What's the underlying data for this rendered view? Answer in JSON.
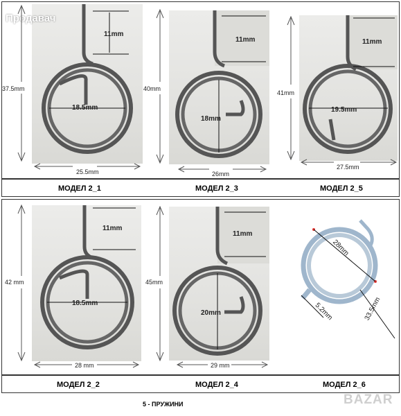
{
  "seller_watermark": "Продавач",
  "site_watermark": "BAZAR",
  "caption": "5 - ПРУЖИНИ",
  "models": [
    {
      "name": "МОДЕЛ 2_1",
      "height": "37.5mm",
      "inner": "18.5mm",
      "tab": "11mm",
      "width": "25.5mm"
    },
    {
      "name": "МОДЕЛ 2_3",
      "height": "40mm",
      "inner": "18mm",
      "tab": "11mm",
      "width": "26mm"
    },
    {
      "name": "МОДЕЛ 2_5",
      "height": "41mm",
      "inner": "19.5mm",
      "tab": "11mm",
      "width": "27.5mm"
    },
    {
      "name": "МОДЕЛ 2_2",
      "height": "42 mm",
      "inner": "18.5mm",
      "tab": "11mm",
      "width": "28 mm"
    },
    {
      "name": "МОДЕЛ 2_4",
      "height": "45mm",
      "inner": "20mm",
      "tab": "11mm",
      "width": "29 mm"
    },
    {
      "name": "МОДЕЛ 2_6",
      "diameter": "28mm",
      "height": "33.5mm",
      "tab": "5.2mm"
    }
  ],
  "colors": {
    "steel_dark": "#555555",
    "steel_blue": "#9fb6cc",
    "marker": "#e53935"
  }
}
